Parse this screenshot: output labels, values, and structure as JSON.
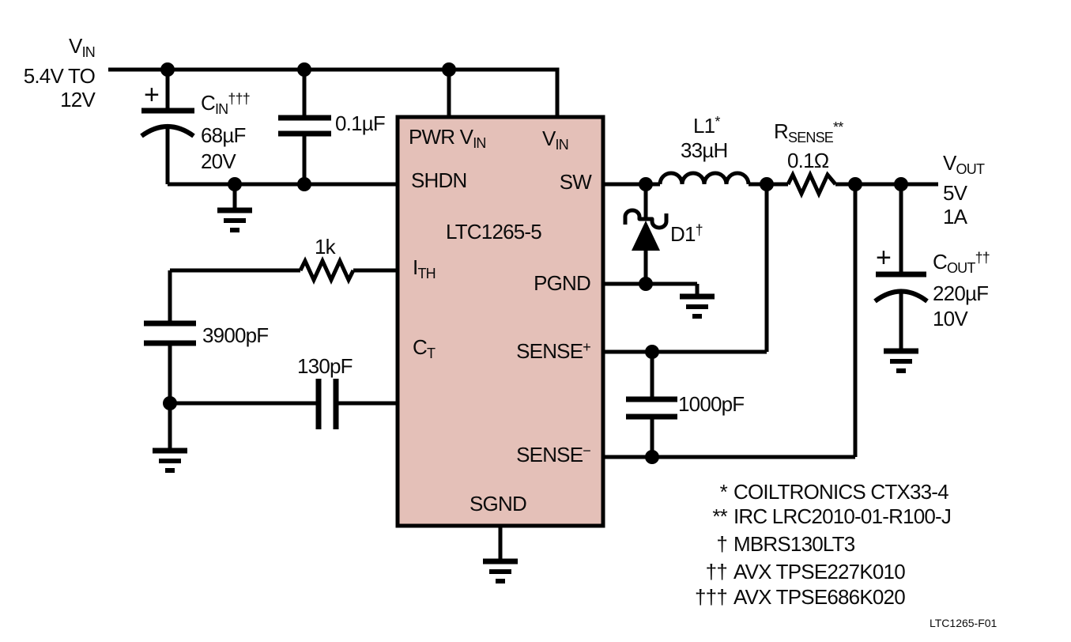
{
  "input": {
    "name_main": "V",
    "name_sub": "IN",
    "range_line1": "5.4V TO",
    "range_line2": "12V"
  },
  "components": {
    "cin": {
      "polarity": "+",
      "name_main": "C",
      "name_sub": "IN",
      "name_sup": "†††",
      "value": "68µF",
      "rating": "20V"
    },
    "bypass_cap": {
      "value": "0.1µF"
    },
    "ith_resistor": {
      "value": "1k"
    },
    "ith_cap": {
      "value": "3900pF"
    },
    "ct_cap": {
      "value": "130pF"
    },
    "inductor": {
      "name": "L1",
      "name_sup": "*",
      "value": "33µH"
    },
    "rsense": {
      "name_main": "R",
      "name_sub": "SENSE",
      "name_sup": "**",
      "value": "0.1Ω"
    },
    "diode": {
      "name": "D1",
      "name_sup": "†"
    },
    "sense_cap": {
      "value": "1000pF"
    },
    "cout": {
      "polarity": "+",
      "name_main": "C",
      "name_sub": "OUT",
      "name_sup": "††",
      "value": "220µF",
      "rating": "10V"
    }
  },
  "ic": {
    "part_number": "LTC1265-5",
    "pins": {
      "pwr_vin": {
        "main": "PWR V",
        "sub": "IN"
      },
      "vin": {
        "main": "V",
        "sub": "IN"
      },
      "shdn": "SHDN",
      "sw": "SW",
      "ith": {
        "main": "I",
        "sub": "TH"
      },
      "pgnd": "PGND",
      "ct": {
        "main": "C",
        "sub": "T"
      },
      "sense_plus": {
        "main": "SENSE",
        "sup": "+"
      },
      "sense_minus": {
        "main": "SENSE",
        "sup": "−"
      },
      "sgnd": "SGND"
    }
  },
  "output": {
    "name_main": "V",
    "name_sub": "OUT",
    "voltage": "5V",
    "current": "1A"
  },
  "notes": [
    {
      "marker": "*",
      "text": "COILTRONICS CTX33-4"
    },
    {
      "marker": "**",
      "text": "IRC LRC2010-01-R100-J"
    },
    {
      "marker": "†",
      "text": "MBRS130LT3"
    },
    {
      "marker": "††",
      "text": "AVX TPSE227K010"
    },
    {
      "marker": "†††",
      "text": "AVX TPSE686K020"
    }
  ],
  "figure_id": "LTC1265-F01",
  "colors": {
    "ic_fill": "#e4c0b8",
    "line": "#000000",
    "background": "#ffffff"
  }
}
